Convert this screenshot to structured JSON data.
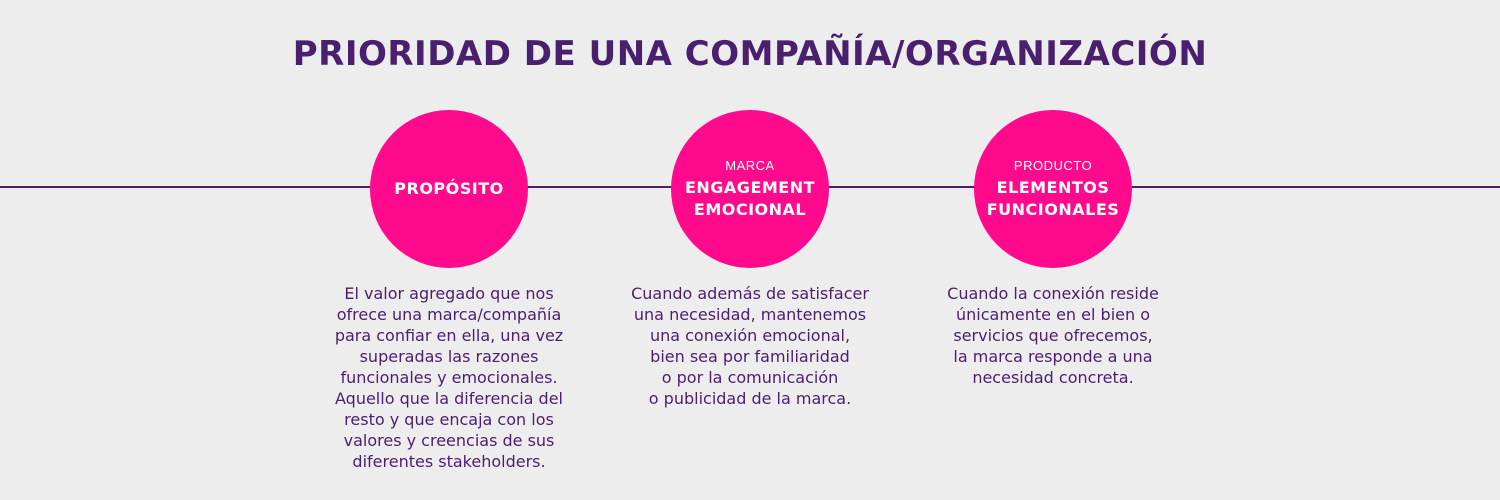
{
  "title": "PRIORIDAD DE UNA COMPAÑÍA/ORGANIZACIÓN",
  "colors": {
    "background": "#ededed",
    "primary": "#4a1f6e",
    "accent": "#ff0a8c",
    "on_accent": "#ffffff"
  },
  "steps": [
    {
      "kicker": "",
      "heading": "PROPÓSITO",
      "description": [
        "El valor agregado que nos",
        "ofrece una marca/compañía",
        "para confiar en ella, una vez",
        "superadas las razones",
        "funcionales y emocionales.",
        "Aquello que la diferencia del",
        "resto y que encaja con los",
        "valores y creencias de sus",
        "diferentes stakeholders."
      ]
    },
    {
      "kicker": "MARCA",
      "heading": [
        "ENGAGEMENT",
        "EMOCIONAL"
      ],
      "description": [
        "Cuando además de satisfacer",
        "una necesidad, mantenemos",
        "una conexión emocional,",
        "bien sea por familiaridad",
        "o por la comunicación",
        "o publicidad de la marca."
      ]
    },
    {
      "kicker": "PRODUCTO",
      "heading": [
        "ELEMENTOS",
        "FUNCIONALES"
      ],
      "description": [
        "Cuando la conexión reside",
        "únicamente en el bien o",
        "servicios que ofrecemos,",
        "la marca responde a una",
        "necesidad concreta."
      ]
    }
  ]
}
